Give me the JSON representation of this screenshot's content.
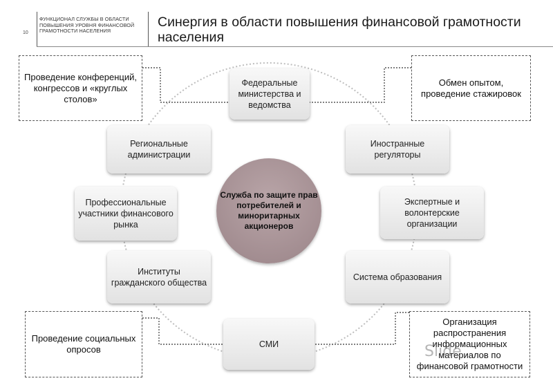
{
  "header": {
    "page_number": "10",
    "section_label": "ФУНКЦИОНАЛ СЛУЖБЫ В ОБЛАСТИ ПОВЫШЕНИЯ УРОВНЯ ФИНАНСОВОЙ ГРАМОТНОСТИ НАСЕЛЕНИЯ",
    "title": "Синергия в области повышения финансовой грамотности населения"
  },
  "center_node": "Служба по защите прав потребителей и миноритарных акционеров",
  "nodes": {
    "federal": "Федеральные министерства и ведомства",
    "foreign": "Иностранные регуляторы",
    "expert": "Экспертные и волонтерские организации",
    "education": "Система образования",
    "media": "СМИ",
    "civil": "Институты гражданского общества",
    "professional": "Профессиональные участники финансового рынка",
    "regional": "Региональные администрации"
  },
  "activities": {
    "conferences": "Проведение конференций, конгрессов и «круглых столов»",
    "exchange": "Обмен опытом, проведение стажировок",
    "surveys": "Проведение социальных опросов",
    "distribution": "Организация распространения информационных материалов по финансовой грамотности"
  },
  "watermark": "Slide"
}
